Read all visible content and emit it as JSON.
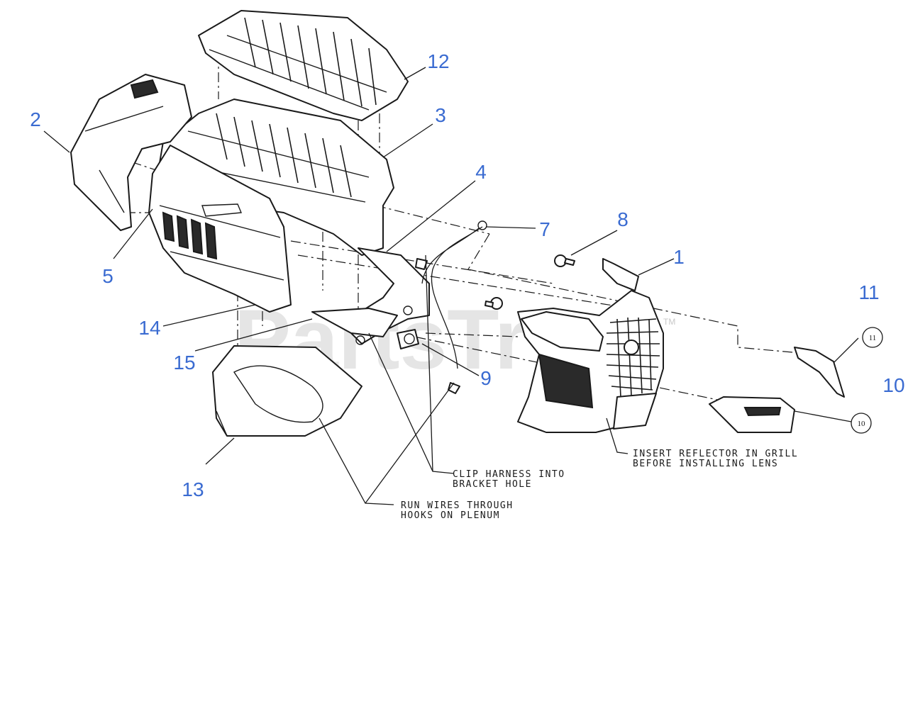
{
  "watermark": {
    "text": "PartsTr",
    "mark": "TM"
  },
  "callouts": [
    "1",
    "2",
    "3",
    "4",
    "5",
    "7",
    "8",
    "9",
    "10",
    "11",
    "12",
    "13",
    "14",
    "15"
  ],
  "circled_callouts": [
    "11",
    "10"
  ],
  "notes": {
    "clip_line1": "CLIP HARNESS INTO",
    "clip_line2": "BRACKET HOLE",
    "run_line1": "RUN WIRES THROUGH",
    "run_line2": "HOOKS ON PLENUM",
    "insert_line1": "INSERT REFLECTOR IN GRILL",
    "insert_line2": "BEFORE INSTALLING LENS"
  },
  "colors": {
    "callout": "#3a6bd1",
    "line": "#1a1a1a",
    "watermark": "#d0d0d0"
  }
}
